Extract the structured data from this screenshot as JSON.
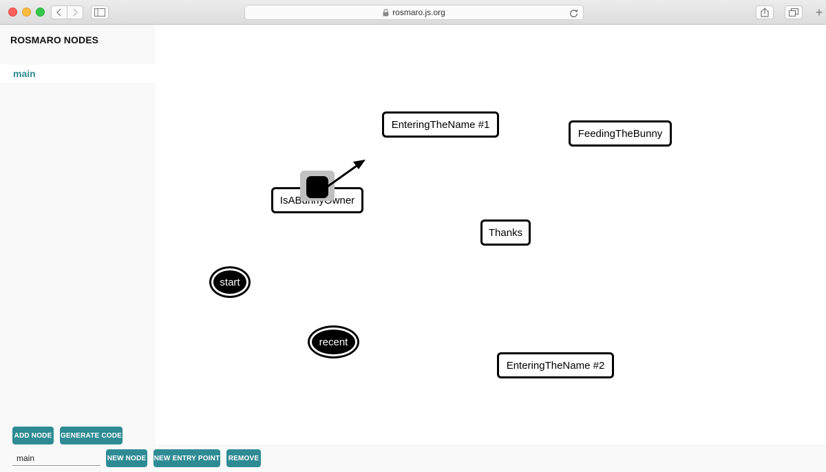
{
  "browser": {
    "url": "rosmaro.js.org"
  },
  "panel": {
    "title": "ROSMARO NODES",
    "nodes": [
      "main"
    ]
  },
  "buttons": {
    "add_node": "ADD NODE",
    "generate_code": "GENERATE CODE",
    "new_node": "NEW NODE",
    "new_entry_point": "NEW ENTRY POINT",
    "remove": "REMOVE"
  },
  "name_input": {
    "value": "main"
  },
  "graph": {
    "nodes": [
      "EnteringTheName #1",
      "FeedingTheBunny",
      "IsABunnyOwner",
      "Thanks",
      "EnteringTheName #2"
    ],
    "entry_points": [
      "start",
      "recent"
    ]
  },
  "colors": {
    "accent": "#2e8b94",
    "node_border": "#000000"
  }
}
